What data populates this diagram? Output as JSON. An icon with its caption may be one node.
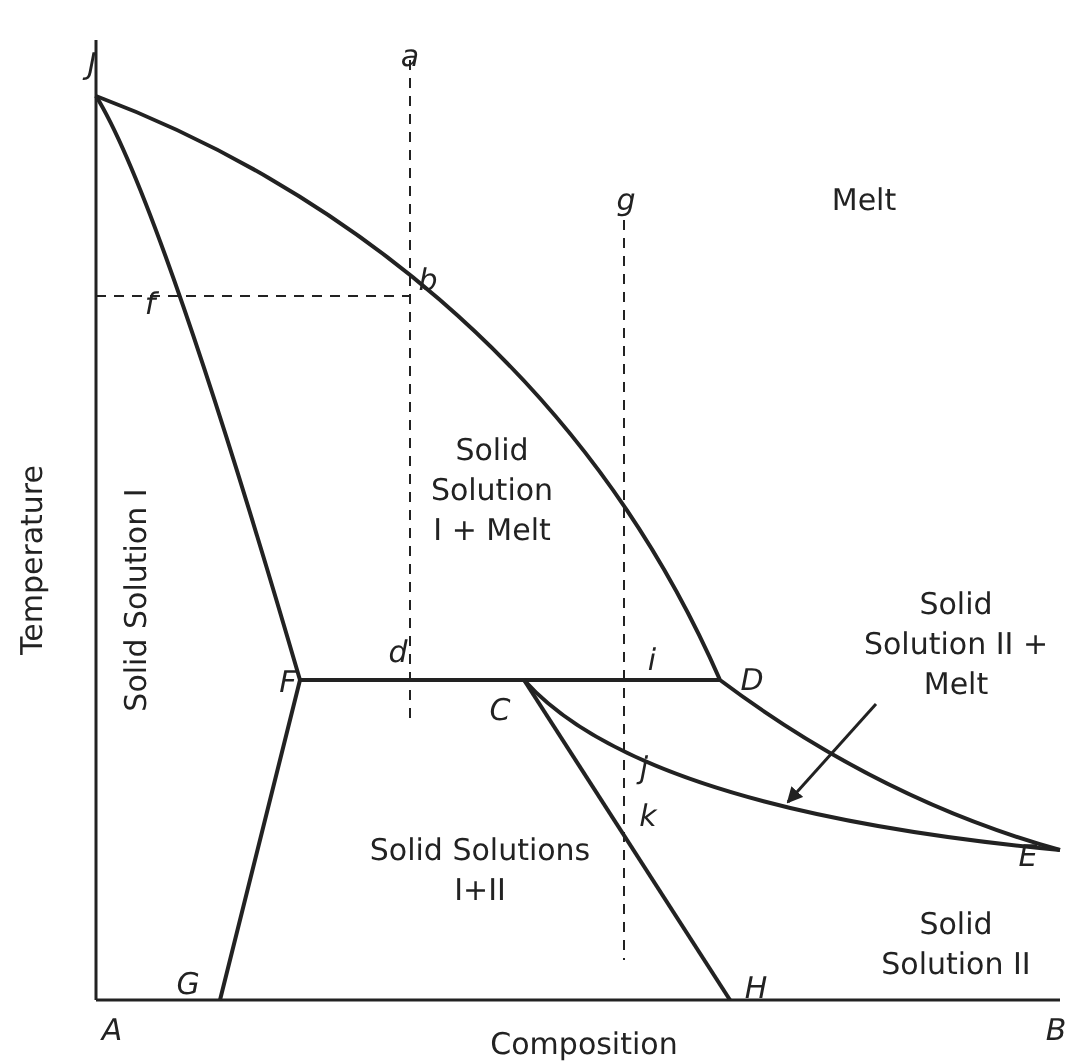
{
  "diagram": {
    "nodes": [
      {
        "text": [
          "Solid Solution II + Melt"
        ]
      },
      {
        "text": [],
        "shape": "curve"
      }
    ],
    "edges": [
      {
        "from": 0,
        "to": 1,
        "arrow": "to"
      }
    ],
    "labels": [
      "J",
      "a",
      "b",
      "g",
      "Melt",
      "f",
      "Solid Solution I + Melt",
      "Temperature",
      "Solid Solution I",
      "F",
      "d",
      "i",
      "D",
      "C",
      "j",
      "k",
      "Solid Solutions I+II",
      "Solid Solution II",
      "E",
      "G",
      "H",
      "A",
      "B",
      "Composition"
    ]
  }
}
